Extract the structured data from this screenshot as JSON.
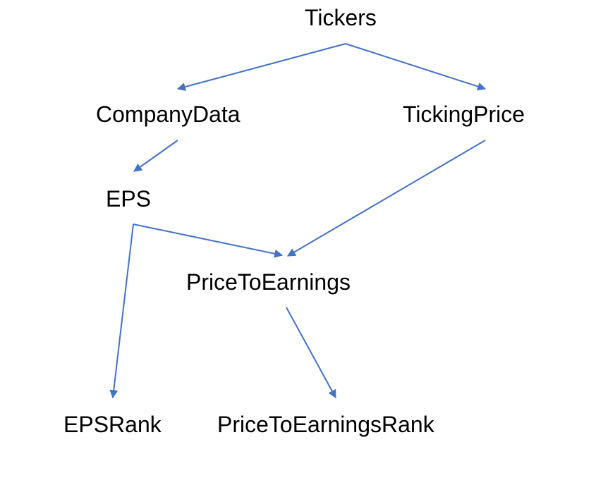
{
  "colors": {
    "arrow": "#4472C4",
    "text": "#000000",
    "background": "#FFFFFF"
  },
  "nodes": {
    "tickers": "Tickers",
    "company_data": "CompanyData",
    "ticking_price": "TickingPrice",
    "eps": "EPS",
    "price_to_earnings": "PriceToEarnings",
    "eps_rank": "EPSRank",
    "price_to_earnings_rank": "PriceToEarningsRank"
  },
  "edges": [
    {
      "from": "tickers",
      "to": "company_data"
    },
    {
      "from": "tickers",
      "to": "ticking_price"
    },
    {
      "from": "company_data",
      "to": "eps"
    },
    {
      "from": "ticking_price",
      "to": "price_to_earnings"
    },
    {
      "from": "eps",
      "to": "price_to_earnings"
    },
    {
      "from": "eps",
      "to": "eps_rank"
    },
    {
      "from": "price_to_earnings",
      "to": "price_to_earnings_rank"
    }
  ]
}
